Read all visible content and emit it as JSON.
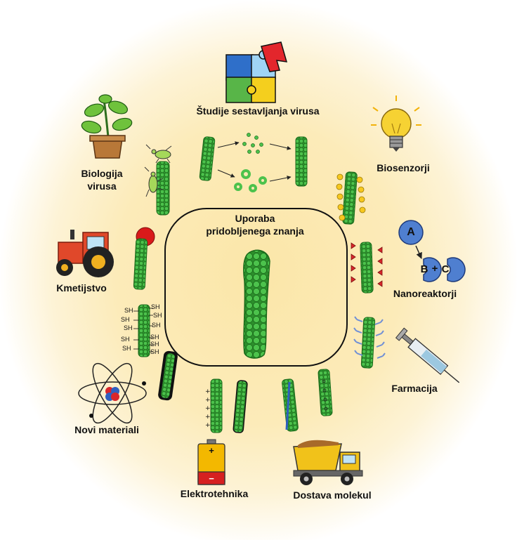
{
  "center": {
    "title_line1": "Uporaba",
    "title_line2": "pridobljenega znanja"
  },
  "labels": {
    "assembly": "Študije sestavljanja virusa",
    "biology_line1": "Biologija",
    "biology_line2": "virusa",
    "biosensors": "Biosenzorji",
    "agriculture": "Kmetijstvo",
    "nanoreactors": "Nanoreaktorji",
    "pharmacy": "Farmacija",
    "materials": "Novi materiali",
    "electronics": "Elektrotehnika",
    "delivery": "Dostava molekul"
  },
  "glyphs": {
    "sh": "SH",
    "enzyme_a": "A",
    "enzyme_b": "B",
    "enzyme_c": "C",
    "plus": "+",
    "battery_plus": "+",
    "battery_minus": "−"
  },
  "colors": {
    "virus_green": "#3cb43c",
    "virus_dark": "#1a6a1a",
    "background_glow": "#fbe6a8",
    "receptor_red": "#d9262c",
    "receptor_blue": "#6f8fd6",
    "receptor_yellow": "#f7c81e"
  }
}
